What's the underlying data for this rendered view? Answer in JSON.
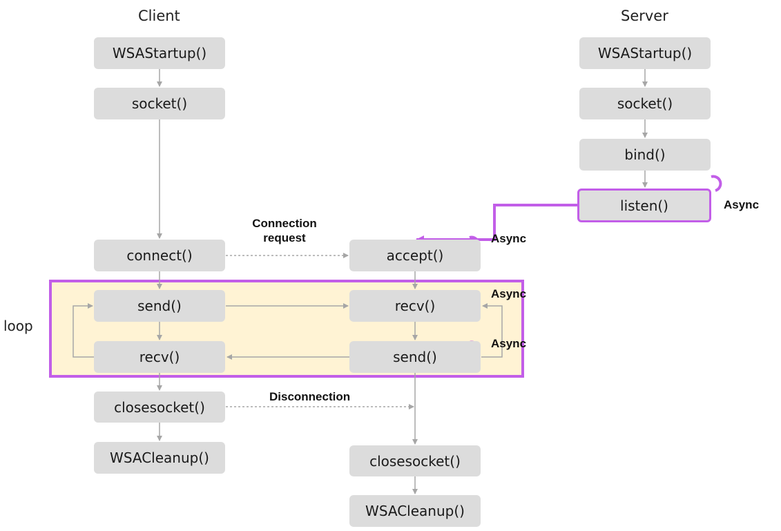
{
  "headers": {
    "client": "Client",
    "server": "Server"
  },
  "client": {
    "startup": "WSAStartup()",
    "socket": "socket()",
    "connect": "connect()",
    "send": "send()",
    "recv": "recv()",
    "closesocket": "closesocket()",
    "cleanup": "WSACleanup()"
  },
  "server": {
    "startup": "WSAStartup()",
    "socket": "socket()",
    "bind": "bind()",
    "listen": "listen()",
    "accept": "accept()",
    "recv": "recv()",
    "send": "send()",
    "closesocket": "closesocket()",
    "cleanup": "WSACleanup()"
  },
  "labels": {
    "connection": "Connection\nrequest",
    "disconnection": "Disconnection",
    "loop": "loop",
    "async_listen": "Async",
    "async_accept": "Async",
    "async_recv": "Async",
    "async_send": "Async"
  },
  "colors": {
    "highlight": "#c25ee8",
    "loop_fill": "#fff3d4",
    "node_fill": "#dcdcdc",
    "arrow": "#a6a6a6"
  }
}
